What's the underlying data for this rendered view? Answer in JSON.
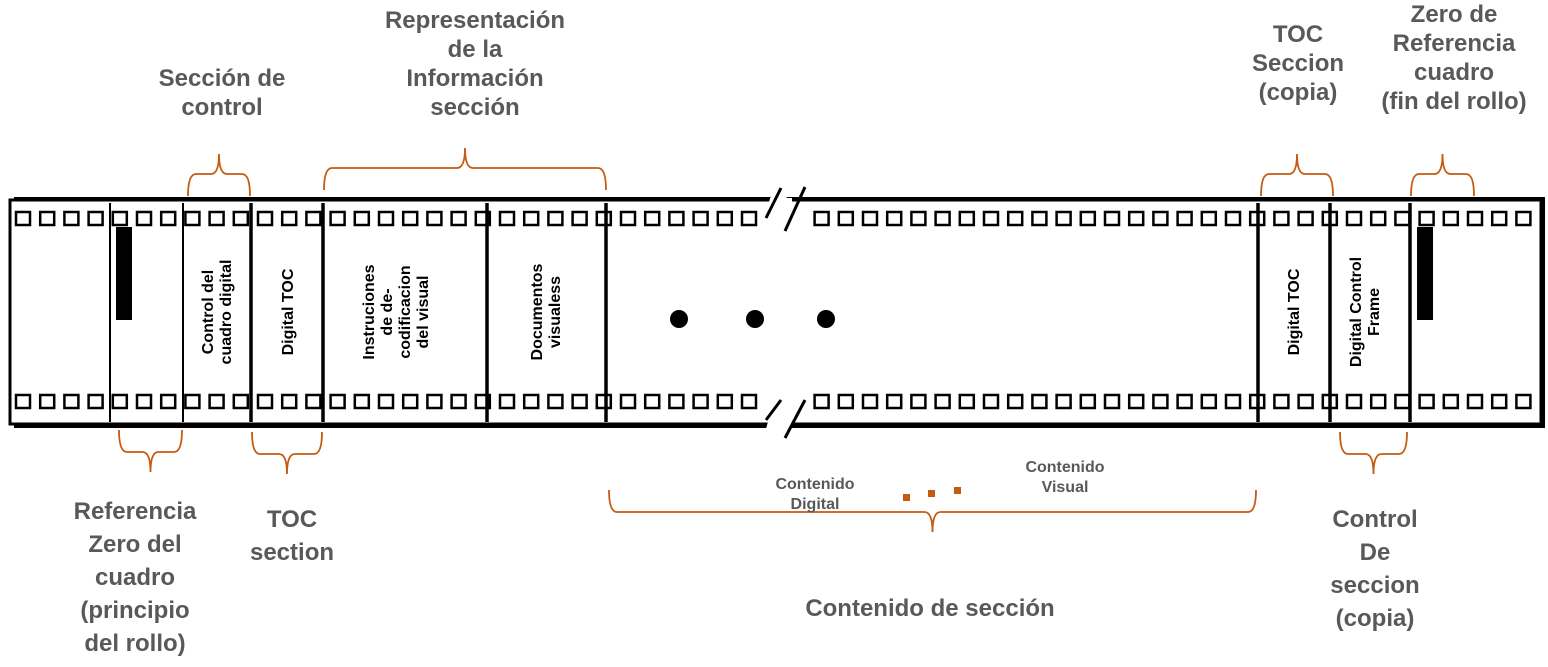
{
  "top_labels": {
    "control_section": "Sección de\ncontrol",
    "information_section": "Representación\nde la\nInformación\nsección",
    "toc_copy": "TOC\nSeccion\n(copia)",
    "zero_end": "Zero de\nReferencia\ncuadro\n(fin del rollo)"
  },
  "bottom_labels": {
    "zero_start": "Referencia\nZero del\ncuadro\n(principio\ndel rollo)",
    "toc_section": "TOC\nsection",
    "content_section": "Contenido de sección",
    "control_copy": "Control\nDe\nseccion\n(copia)"
  },
  "content_labels": {
    "digital": "Contenido\nDigital",
    "visual": "Contenido\nVisual"
  },
  "frames": {
    "control_digital": "Control del\ncuadro digital",
    "digital_toc": "Digital TOC",
    "instructions": "Instruciones\nde de-\ncodificacion\ndel visual",
    "visual_docs": "Documentos\nvisualess",
    "digital_toc_copy": "Digital TOC",
    "digital_control_frame": "Digital Control\nFrame"
  },
  "colors": {
    "bracket": "#C55A11",
    "label": "#595959",
    "film": "#000000"
  }
}
